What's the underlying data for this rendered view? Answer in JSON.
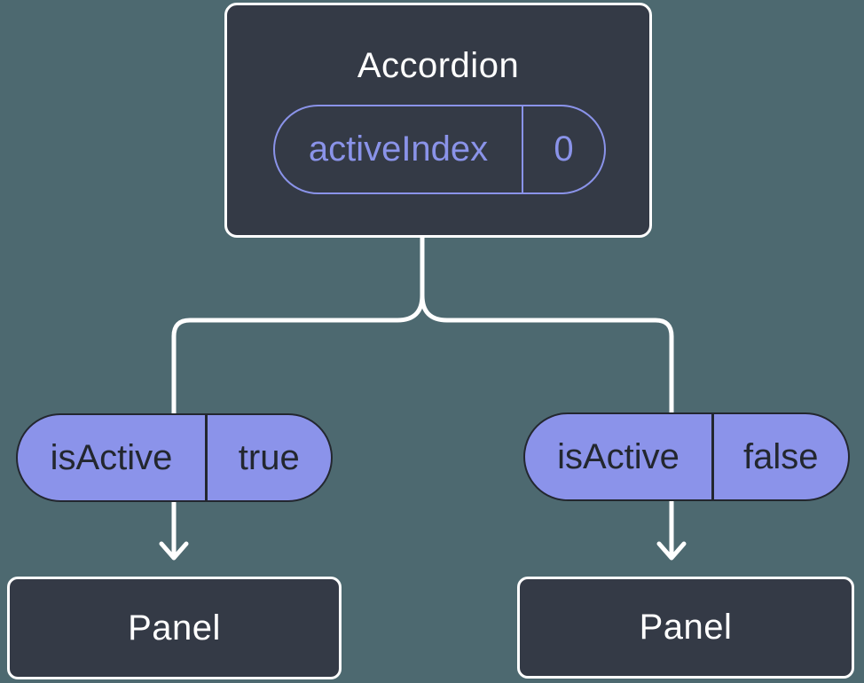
{
  "diagram": {
    "root_node": {
      "label": "Accordion",
      "state_pill": {
        "name": "activeIndex",
        "value": "0"
      }
    },
    "branches": [
      {
        "prop_pill": {
          "name": "isActive",
          "value": "true"
        },
        "child_node": {
          "label": "Panel"
        }
      },
      {
        "prop_pill": {
          "name": "isActive",
          "value": "false"
        },
        "child_node": {
          "label": "Panel"
        }
      }
    ],
    "colors": {
      "background": "#4D6970",
      "node_fill": "#343A46",
      "node_border": "#FFFFFF",
      "node_text": "#FFFFFF",
      "state_pill_accent": "#8A93E9",
      "prop_pill_fill": "#8B93EA",
      "prop_pill_text": "#23272F",
      "connector": "#FFFFFF"
    }
  }
}
